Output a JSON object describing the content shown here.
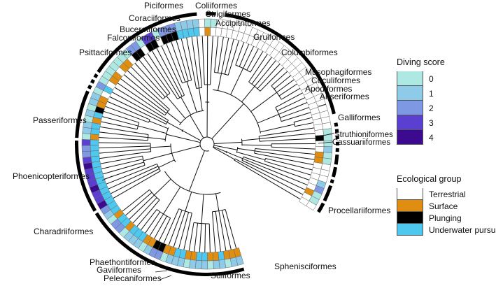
{
  "orders": [
    {
      "name": "Piciformes"
    },
    {
      "name": "Coliiformes"
    },
    {
      "name": "Coraciiformes"
    },
    {
      "name": "Strigiformes"
    },
    {
      "name": "Bucerotiformes"
    },
    {
      "name": "Accipitriformes"
    },
    {
      "name": "Falconiformes"
    },
    {
      "name": "Gruiformes"
    },
    {
      "name": "Psittaciformes"
    },
    {
      "name": "Columbiformes"
    },
    {
      "name": "Musophagiformes"
    },
    {
      "name": "Cuculiformes"
    },
    {
      "name": "Apodiformes"
    },
    {
      "name": "Anseriformes"
    },
    {
      "name": "Galliformes"
    },
    {
      "name": "Passeriformes"
    },
    {
      "name": "Struthioniformes"
    },
    {
      "name": "Cassuariiformes"
    },
    {
      "name": "Phoenicopteriformes"
    },
    {
      "name": "Procellariiformes"
    },
    {
      "name": "Charadriiformes"
    },
    {
      "name": "Phaethontiformes"
    },
    {
      "name": "Gaviiformes"
    },
    {
      "name": "Pelecaniformes"
    },
    {
      "name": "Sphenisciformes"
    },
    {
      "name": "Suliformes"
    }
  ],
  "legend_diving": {
    "title": "Diving score",
    "items": [
      {
        "label": "0",
        "color": "#aee8e3"
      },
      {
        "label": "1",
        "color": "#8ecbe8"
      },
      {
        "label": "2",
        "color": "#7e98e4"
      },
      {
        "label": "3",
        "color": "#5a3fd0"
      },
      {
        "label": "4",
        "color": "#3c0a8e"
      }
    ]
  },
  "legend_ecology": {
    "title": "Ecological group",
    "items": [
      {
        "label": "Terrestrial",
        "color": "#ffffff"
      },
      {
        "label": "Surface",
        "color": "#e08e12"
      },
      {
        "label": "Plunging",
        "color": "#000000"
      },
      {
        "label": "Underwater pursuit",
        "color": "#4fc8f0"
      }
    ]
  }
}
